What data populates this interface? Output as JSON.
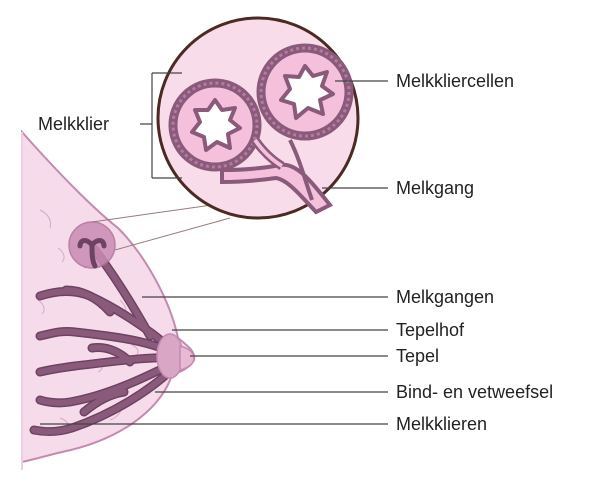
{
  "labels": {
    "melkklier": "Melkklier",
    "melkkliercellen": "Melkkliercellen",
    "melkgang": "Melkgang",
    "melkgangen": "Melkgangen",
    "tepelhof": "Tepelhof",
    "tepel": "Tepel",
    "bind_vetweefsel": "Bind- en vetweefsel",
    "melkklieren": "Melkklieren"
  },
  "colors": {
    "tissue_fill": "#f6dceb",
    "tissue_outline": "#c48ab0",
    "duct_fill": "#8a5a7b",
    "duct_outline": "#6e4263",
    "areola": "#d9a6c6",
    "inset_bg": "#f8dcea",
    "inset_border": "#4a2a22",
    "lobule_fill": "#f4c0dc",
    "lobule_wall": "#8a5a7b",
    "leader_line": "#444444",
    "text": "#222222"
  }
}
